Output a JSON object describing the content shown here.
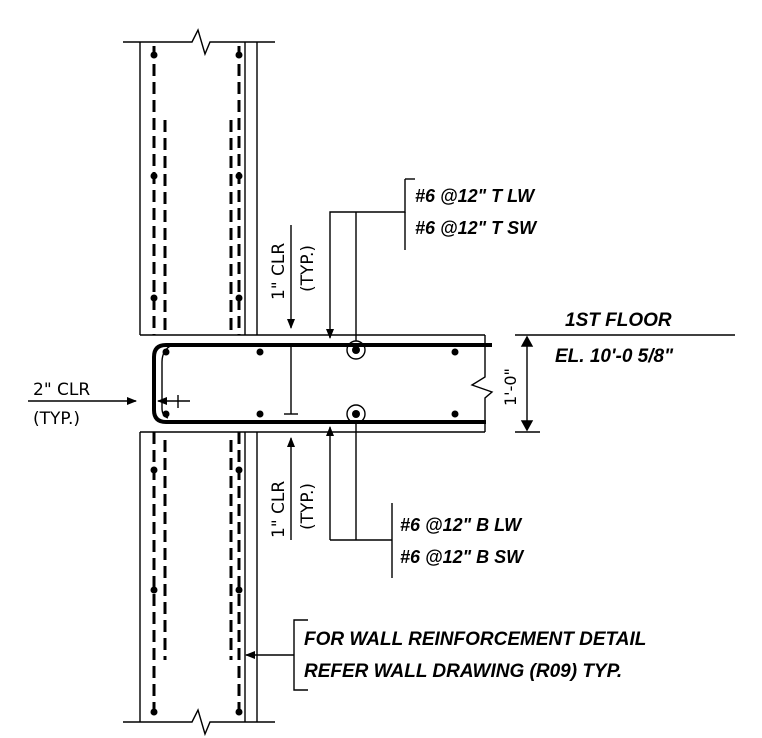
{
  "labels": {
    "top_bar_1": "#6 @12\" T LW",
    "top_bar_2": "#6 @12\" T SW",
    "bottom_bar_1": "#6 @12\" B LW",
    "bottom_bar_2": "#6 @12\" B SW",
    "floor_name": "1ST FLOOR",
    "floor_elevation": "EL. 10'-0 5/8\"",
    "slab_thickness": "1'-0\"",
    "clear_top": "1\" CLR",
    "typ_top": "(TYP.)",
    "clear_bottom": "1\" CLR",
    "typ_bottom": "(TYP.)",
    "clear_side": "2\" CLR",
    "typ_side": "(TYP.)",
    "wall_note_1": "FOR WALL REINFORCEMENT DETAIL",
    "wall_note_2": "REFER WALL DRAWING (R09) TYP."
  },
  "colors": {
    "line": "#000000",
    "background": "#ffffff"
  }
}
